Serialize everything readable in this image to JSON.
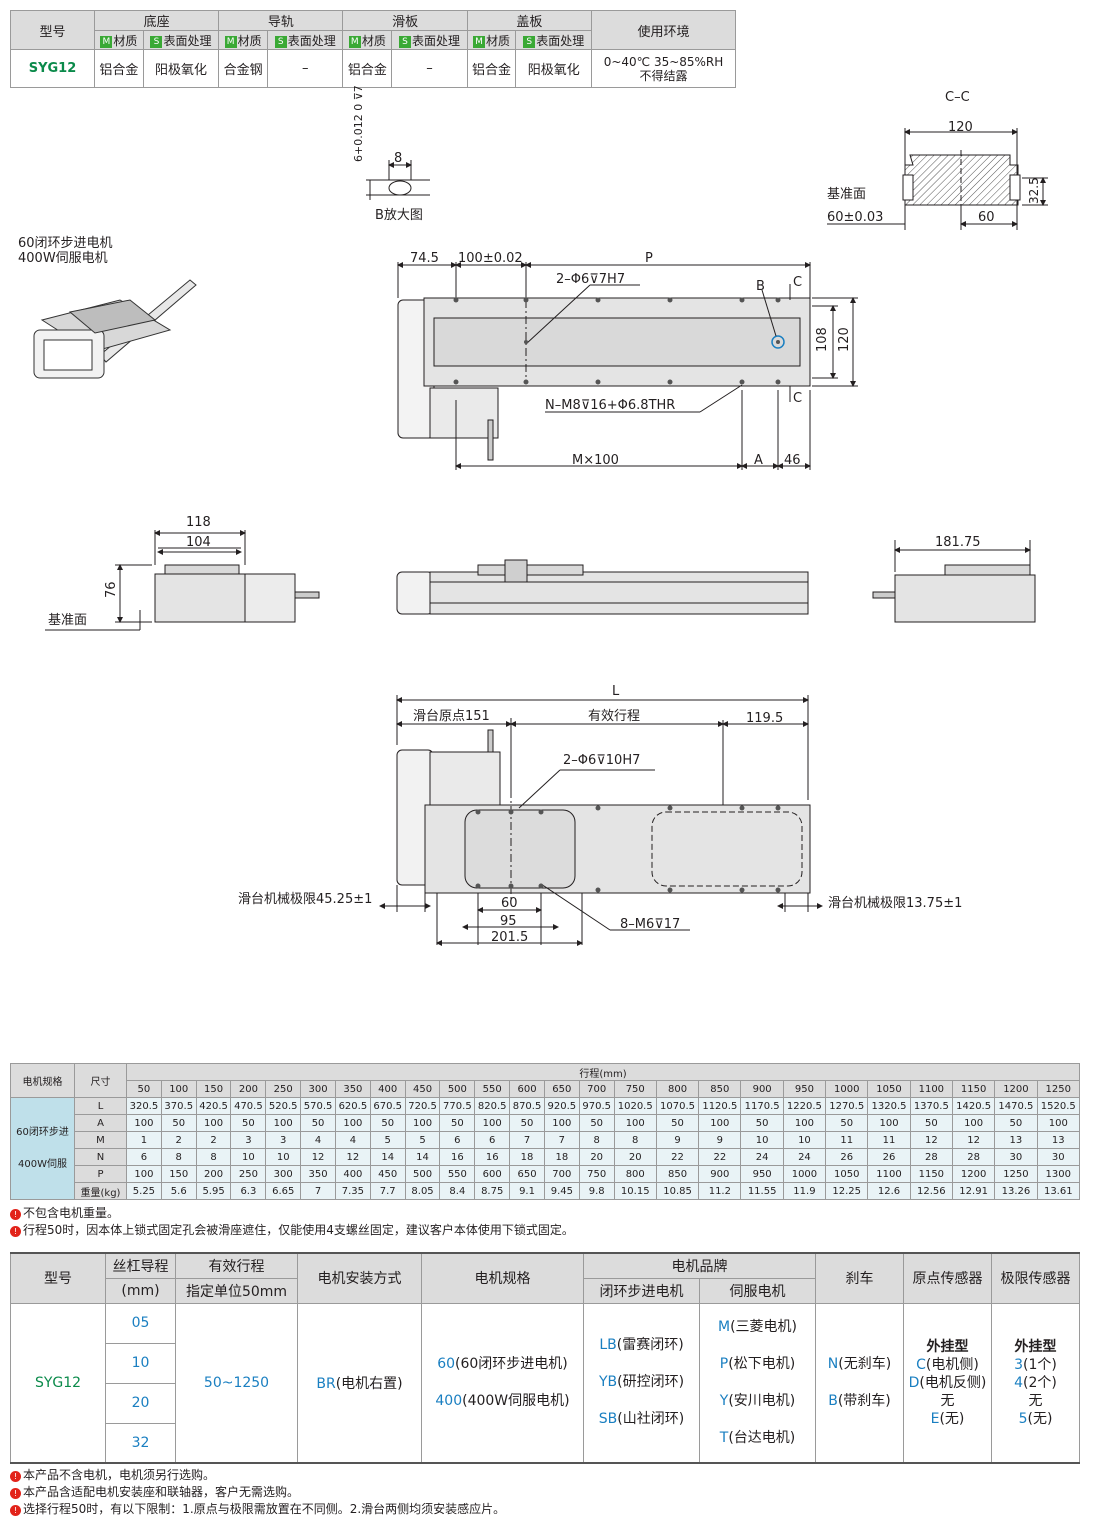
{
  "spec_table": {
    "header": {
      "model": "型号",
      "base": "底座",
      "rail": "导轨",
      "slider": "滑板",
      "cover": "盖板",
      "env": "使用环境"
    },
    "sub": {
      "m_tag": "M",
      "s_tag": "S",
      "material": "材质",
      "surface": "表面处理"
    },
    "row": {
      "model": "SYG12",
      "base_material": "铝合金",
      "base_surface": "阳极氧化",
      "rail_material": "合金钢",
      "rail_surface": "–",
      "slider_material": "铝合金",
      "slider_surface": "–",
      "cover_material": "铝合金",
      "cover_surface": "阳极氧化",
      "env_line1": "0~40℃  35~85%RH",
      "env_line2": "不得结露"
    }
  },
  "drawing": {
    "motor_label_1": "60闭环步进电机",
    "motor_label_2": "400W伺服电机",
    "b_detail": "B放大图",
    "b_tol": "6+0.012 0 ⊽7",
    "b_dim": "8",
    "cc_title": "C–C",
    "cc_width": "120",
    "cc_height": "32.5",
    "cc_datum": "基准面",
    "cc_ref": "60±0.03",
    "cc_half": "60",
    "top_74": "74.5",
    "top_100": "100±0.02",
    "top_p": "P",
    "top_pin": "2–Φ6⊽7H7",
    "top_b": "B",
    "top_c1": "C",
    "top_c2": "C",
    "top_108": "108",
    "top_120": "120",
    "top_thread": "N–M8⊽16+Φ6.8THR",
    "top_m100": "M×100",
    "top_a": "A",
    "top_46": "46",
    "end_118": "118",
    "end_104": "104",
    "end_76": "76",
    "end_datum": "基准面",
    "end_181": "181.75",
    "bot_l": "L",
    "bot_origin": "滑台原点151",
    "bot_stroke": "有效行程",
    "bot_119": "119.5",
    "bot_pin": "2–Φ6⊽10H7",
    "bot_limit_l": "滑台机械极限45.25±1",
    "bot_limit_r": "滑台机械极限13.75±1",
    "bot_60": "60",
    "bot_95": "95",
    "bot_201": "201.5",
    "bot_thread": "8–M6⊽17"
  },
  "stroke_table": {
    "motor_spec": "电机规格",
    "size": "尺寸",
    "stroke_title": "行程(mm)",
    "motor_1": "60闭环步进",
    "motor_2": "400W伺服",
    "strokes": [
      "50",
      "100",
      "150",
      "200",
      "250",
      "300",
      "350",
      "400",
      "450",
      "500",
      "550",
      "600",
      "650",
      "700",
      "750",
      "800",
      "850",
      "900",
      "950",
      "1000",
      "1050",
      "1100",
      "1150",
      "1200",
      "1250"
    ],
    "rows": [
      {
        "label": "L",
        "values": [
          "320.5",
          "370.5",
          "420.5",
          "470.5",
          "520.5",
          "570.5",
          "620.5",
          "670.5",
          "720.5",
          "770.5",
          "820.5",
          "870.5",
          "920.5",
          "970.5",
          "1020.5",
          "1070.5",
          "1120.5",
          "1170.5",
          "1220.5",
          "1270.5",
          "1320.5",
          "1370.5",
          "1420.5",
          "1470.5",
          "1520.5"
        ]
      },
      {
        "label": "A",
        "values": [
          "100",
          "50",
          "100",
          "50",
          "100",
          "50",
          "100",
          "50",
          "100",
          "50",
          "100",
          "50",
          "100",
          "50",
          "100",
          "50",
          "100",
          "50",
          "100",
          "50",
          "100",
          "50",
          "100",
          "50",
          "100"
        ]
      },
      {
        "label": "M",
        "values": [
          "1",
          "2",
          "2",
          "3",
          "3",
          "4",
          "4",
          "5",
          "5",
          "6",
          "6",
          "7",
          "7",
          "8",
          "8",
          "9",
          "9",
          "10",
          "10",
          "11",
          "11",
          "12",
          "12",
          "13",
          "13"
        ]
      },
      {
        "label": "N",
        "values": [
          "6",
          "8",
          "8",
          "10",
          "10",
          "12",
          "12",
          "14",
          "14",
          "16",
          "16",
          "18",
          "18",
          "20",
          "20",
          "22",
          "22",
          "24",
          "24",
          "26",
          "26",
          "28",
          "28",
          "30",
          "30"
        ]
      },
      {
        "label": "P",
        "values": [
          "100",
          "150",
          "200",
          "250",
          "300",
          "350",
          "400",
          "450",
          "500",
          "550",
          "600",
          "650",
          "700",
          "750",
          "800",
          "850",
          "900",
          "950",
          "1000",
          "1050",
          "1100",
          "1150",
          "1200",
          "1250",
          "1300"
        ]
      },
      {
        "label": "重量(kg)",
        "values": [
          "5.25",
          "5.6",
          "5.95",
          "6.3",
          "6.65",
          "7",
          "7.35",
          "7.7",
          "8.05",
          "8.4",
          "8.75",
          "9.1",
          "9.45",
          "9.8",
          "10.15",
          "10.85",
          "11.2",
          "11.55",
          "11.9",
          "12.25",
          "12.6",
          "12.56",
          "12.91",
          "13.26",
          "13.61"
        ]
      }
    ],
    "note_1": "不包含电机重量。",
    "note_2": "行程50时，因本体上锁式固定孔会被滑座遮住，仅能使用4支螺丝固定，建议客户本体使用下锁式固定。"
  },
  "order_table": {
    "h_model": "型号",
    "h_lead_1": "丝杠导程",
    "h_lead_2": "(mm)",
    "h_stroke_1": "有效行程",
    "h_stroke_2": "指定单位50mm",
    "h_mount": "电机安装方式",
    "h_motor": "电机规格",
    "h_brand": "电机品牌",
    "h_stepper": "闭环步进电机",
    "h_servo": "伺服电机",
    "h_brake": "刹车",
    "h_origin": "原点传感器",
    "h_limit": "极限传感器",
    "model": "SYG12",
    "leads": [
      "05",
      "10",
      "20",
      "32"
    ],
    "stroke": "50~1250",
    "mount_code": "BR",
    "mount_text": "(电机右置)",
    "motor_60_code": "60",
    "motor_60_text": "(60闭环步进电机)",
    "motor_400_code": "400",
    "motor_400_text": "(400W伺服电机)",
    "stepper": [
      {
        "code": "LB",
        "text": "(雷赛闭环)"
      },
      {
        "code": "YB",
        "text": "(研控闭环)"
      },
      {
        "code": "SB",
        "text": "(山社闭环)"
      }
    ],
    "servo": [
      {
        "code": "M",
        "text": "(三菱电机)"
      },
      {
        "code": "P",
        "text": "(松下电机)"
      },
      {
        "code": "Y",
        "text": "(安川电机)"
      },
      {
        "code": "T",
        "text": "(台达电机)"
      }
    ],
    "brake": [
      {
        "code": "N",
        "text": "(无刹车)"
      },
      {
        "code": "B",
        "text": "(带刹车)"
      }
    ],
    "origin_title": "外挂型",
    "origin": [
      {
        "code": "C",
        "text": "(电机侧)"
      },
      {
        "code": "D",
        "text": "(电机反侧)"
      },
      {
        "code": "",
        "text": "无"
      },
      {
        "code": "E",
        "text": "(无)"
      }
    ],
    "limit_title": "外挂型",
    "limit": [
      {
        "code": "3",
        "text": "(1个)"
      },
      {
        "code": "4",
        "text": "(2个)"
      },
      {
        "code": "",
        "text": "无"
      },
      {
        "code": "5",
        "text": "(无)"
      }
    ],
    "note_1": "本产品不含电机，电机须另行选购。",
    "note_2": "本产品含适配电机安装座和联轴器，客户无需选购。",
    "note_3": "选择行程50时，有以下限制：1.原点与极限需放置在不同侧。2.滑台两侧均须安装感应片。"
  }
}
